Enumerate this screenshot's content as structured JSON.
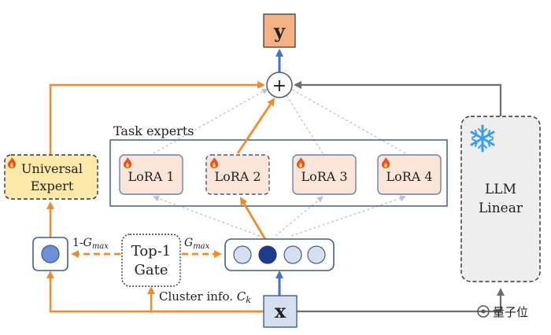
{
  "nodes": {
    "output": "y",
    "input": "x",
    "plus": "+",
    "universal_expert": [
      "Universal",
      "Expert"
    ],
    "gate": [
      "Top-1",
      "Gate"
    ],
    "llm_linear": [
      "LLM",
      "Linear"
    ],
    "task_experts_title": "Task experts",
    "lora_experts": [
      "LoRA 1",
      "LoRA 2",
      "LoRA 3",
      "LoRA 4"
    ]
  },
  "labels": {
    "one_minus_g": "1-",
    "g": "G",
    "g_sub": "max",
    "cluster_info": "Cluster info. ",
    "cluster_symbol": "C",
    "cluster_sub": "k"
  },
  "watermark": "量子位",
  "colors": {
    "orange": "#f08c2e",
    "blue": "#4472c4",
    "gray_arrow": "#7a7a7a",
    "dotted": "#b8c3d6",
    "output_fill": "#f4b183",
    "universal_fill": "#fde9a9",
    "lora_fill": "#fbe5d9",
    "pool_fill": "#d6dff0",
    "selected_dot": "#1f3b8c",
    "llm_fill": "#eeeeee"
  }
}
